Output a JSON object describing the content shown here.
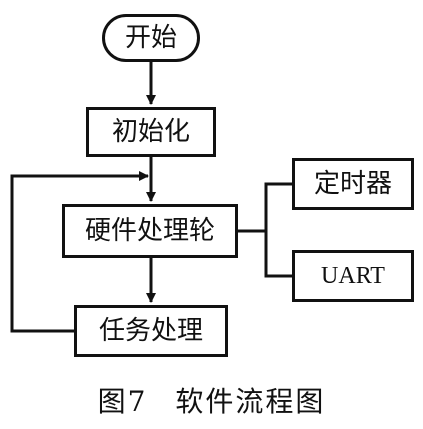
{
  "nodes": {
    "start": "开始",
    "init": "初始化",
    "hardware_poll": "硬件处理轮",
    "task": "任务处理",
    "timer": "定时器",
    "uart": "UART"
  },
  "caption": {
    "figure_number": "图7",
    "title": "软件流程图"
  }
}
